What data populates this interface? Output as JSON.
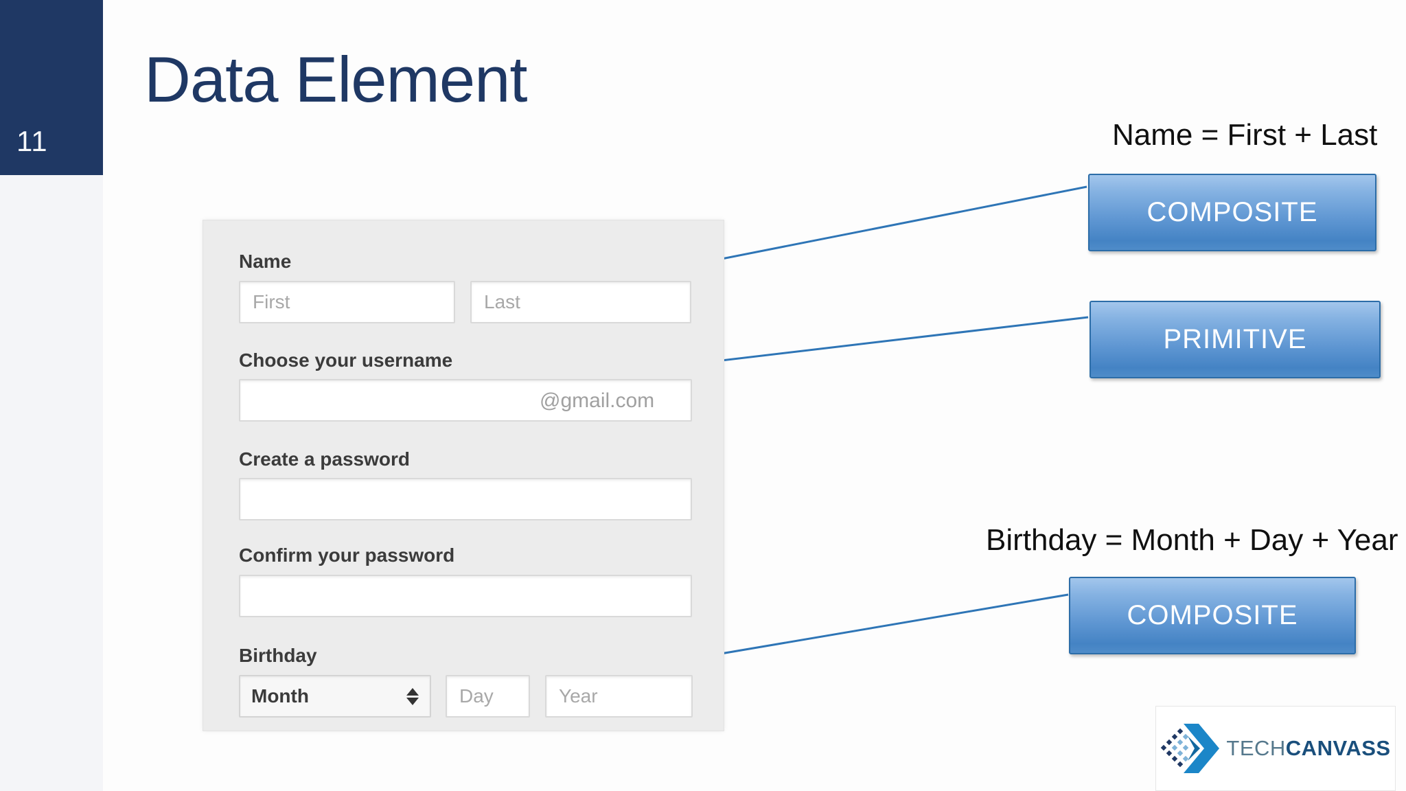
{
  "slide": {
    "number": "11",
    "title": "Data Element"
  },
  "form": {
    "name_label": "Name",
    "first_placeholder": "First",
    "last_placeholder": "Last",
    "username_label": "Choose your username",
    "username_suffix": "@gmail.com",
    "password_label": "Create a password",
    "confirm_label": "Confirm your password",
    "birthday_label": "Birthday",
    "month_value": "Month",
    "day_placeholder": "Day",
    "year_placeholder": "Year"
  },
  "annotations": {
    "name_formula": "Name = First + Last",
    "birthday_formula": "Birthday = Month + Day + Year",
    "buttons": [
      {
        "label": "COMPOSITE"
      },
      {
        "label": "PRIMITIVE"
      },
      {
        "label": "COMPOSITE"
      }
    ]
  },
  "logo": {
    "part1": "TECH",
    "part2": "CANVASS"
  },
  "colors": {
    "sidebar_navy": "#1f3864",
    "title_navy": "#1f3864",
    "connector_blue": "#2e75b6",
    "button_gradient_top": "#a3c6ec",
    "button_gradient_bottom": "#4483c4",
    "button_border": "#2c6da8",
    "form_panel_gray": "#ececec",
    "logo_tech_gray": "#55788c",
    "logo_canvass_navy": "#1a4f7c"
  }
}
